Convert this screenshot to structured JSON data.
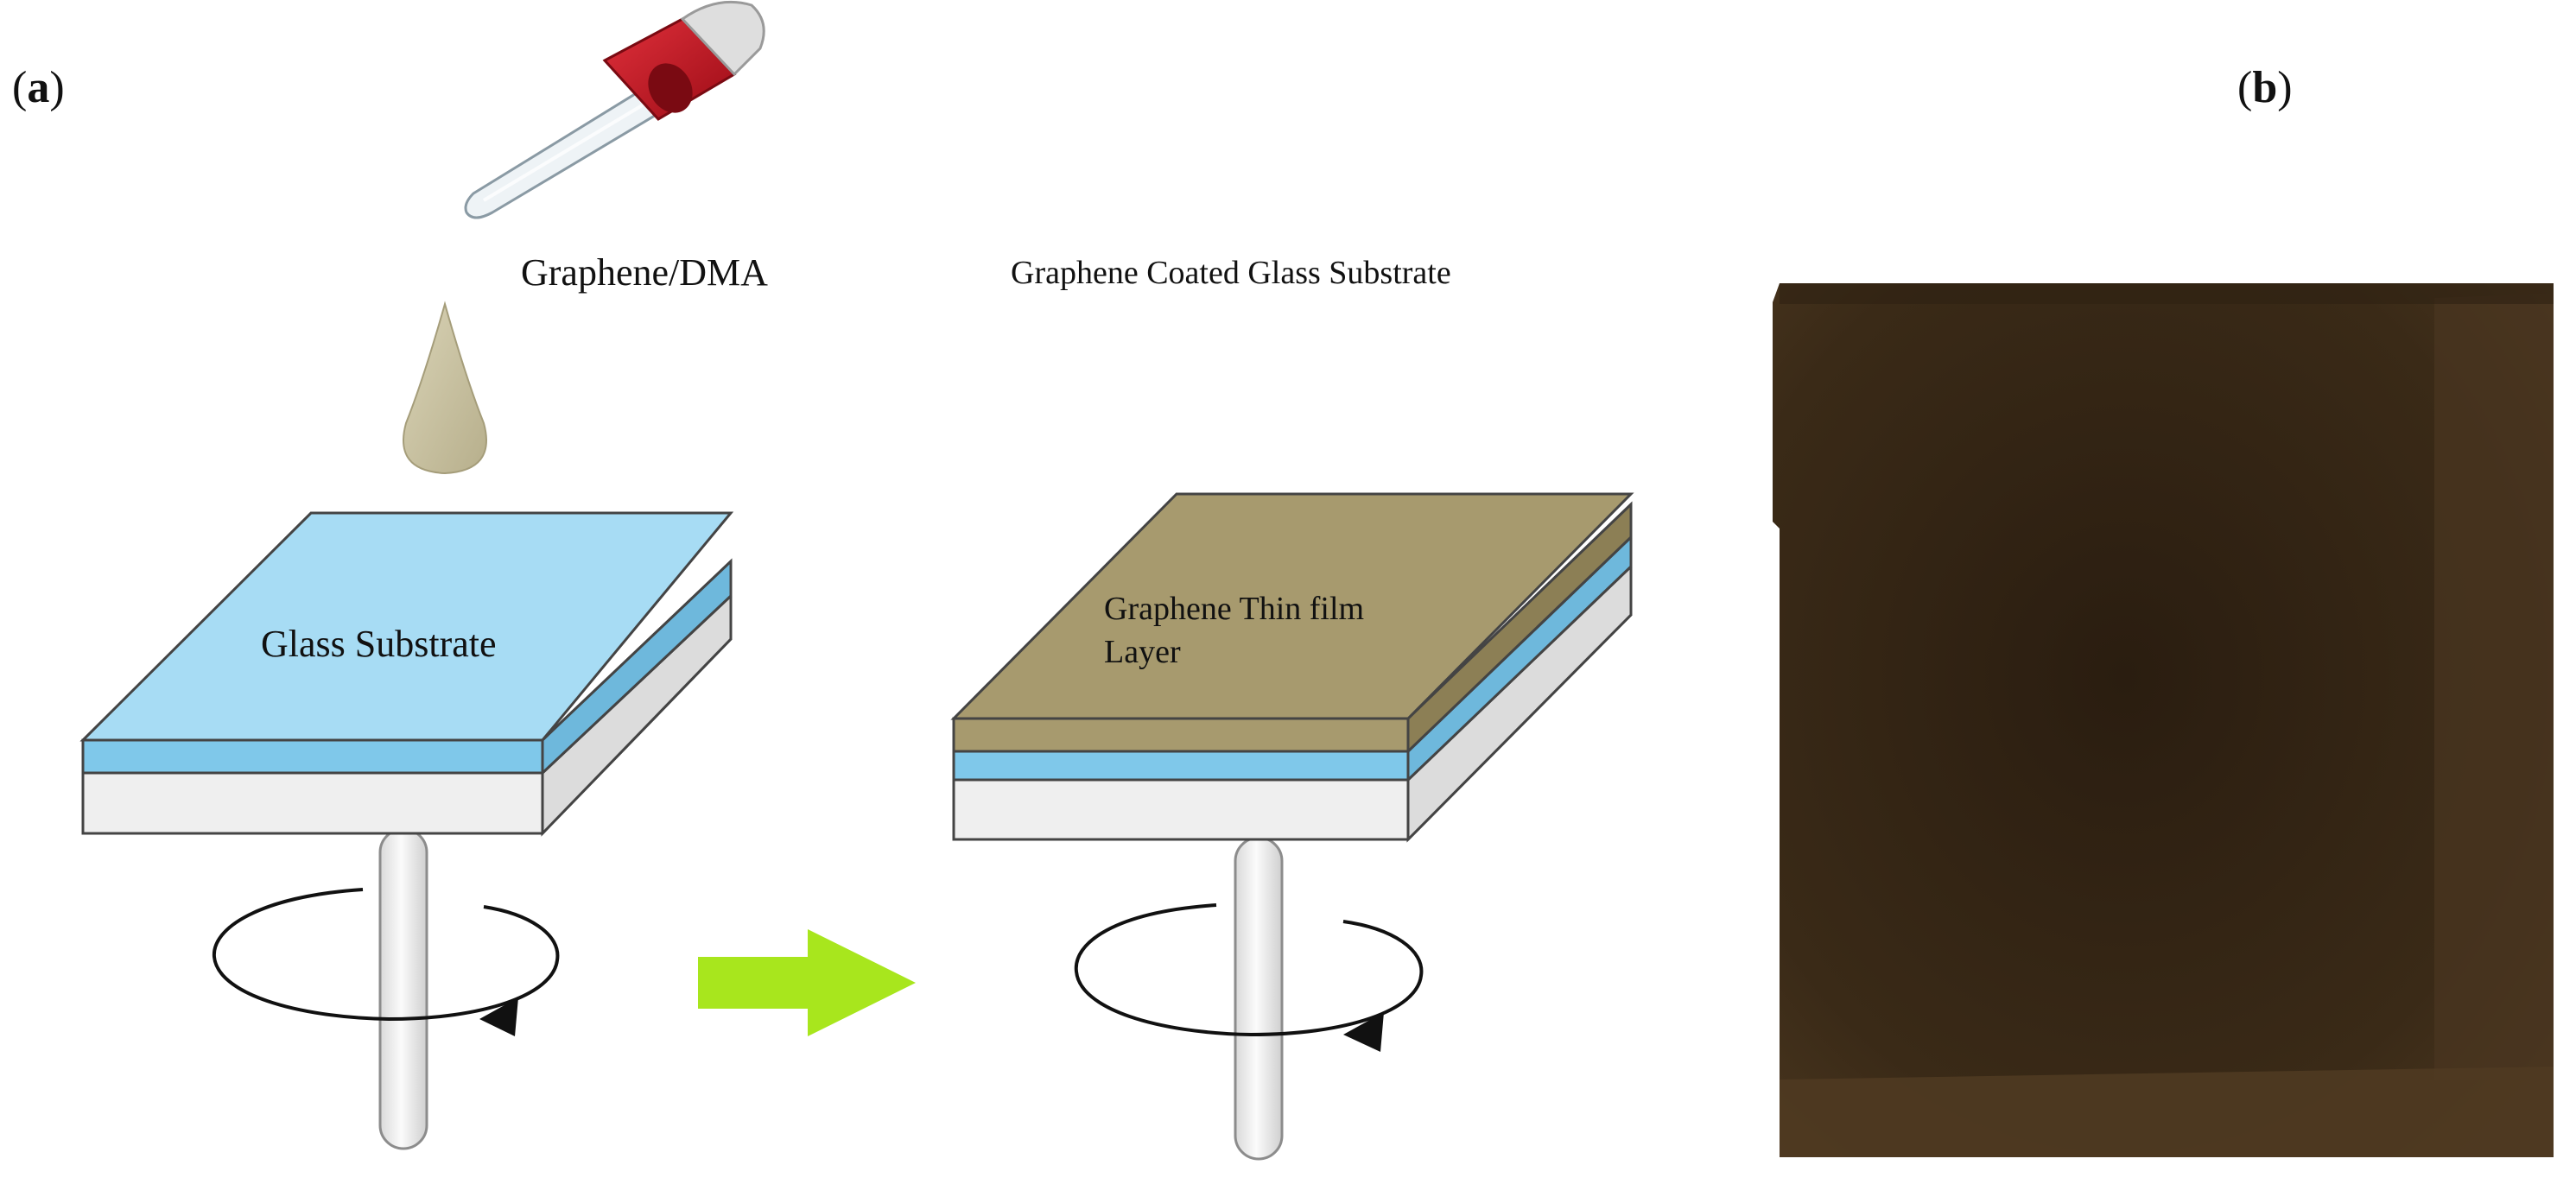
{
  "panels": {
    "a": {
      "open": "(",
      "letter": "a",
      "close": ")"
    },
    "b": {
      "open": "(",
      "letter": "b",
      "close": ")"
    }
  },
  "labels": {
    "dropper_solution": "Graphene/DMA",
    "coated_title": "Graphene Coated Glass Substrate",
    "glass_substrate": "Glass Substrate",
    "thin_film_line1": "Graphene Thin film",
    "thin_film_line2": "Layer"
  },
  "colors": {
    "glass_top": "#a7dcf4",
    "glass_layer": "#7fc8ea",
    "base_front": "#f2f2f2",
    "base_side": "#dcdcdc",
    "graphene_top": "#a79a6e",
    "graphene_side": "#8c7f55",
    "droplet": "#c9c2a2",
    "dropper_cap": "#c4121f",
    "arrow": "#a8e61d",
    "photo_bg": "#3a2a17"
  },
  "icons": {
    "dropper": "dropper-icon",
    "droplet": "droplet-icon",
    "rotation": "rotation-arrow-icon",
    "process_arrow": "right-arrow-icon"
  }
}
